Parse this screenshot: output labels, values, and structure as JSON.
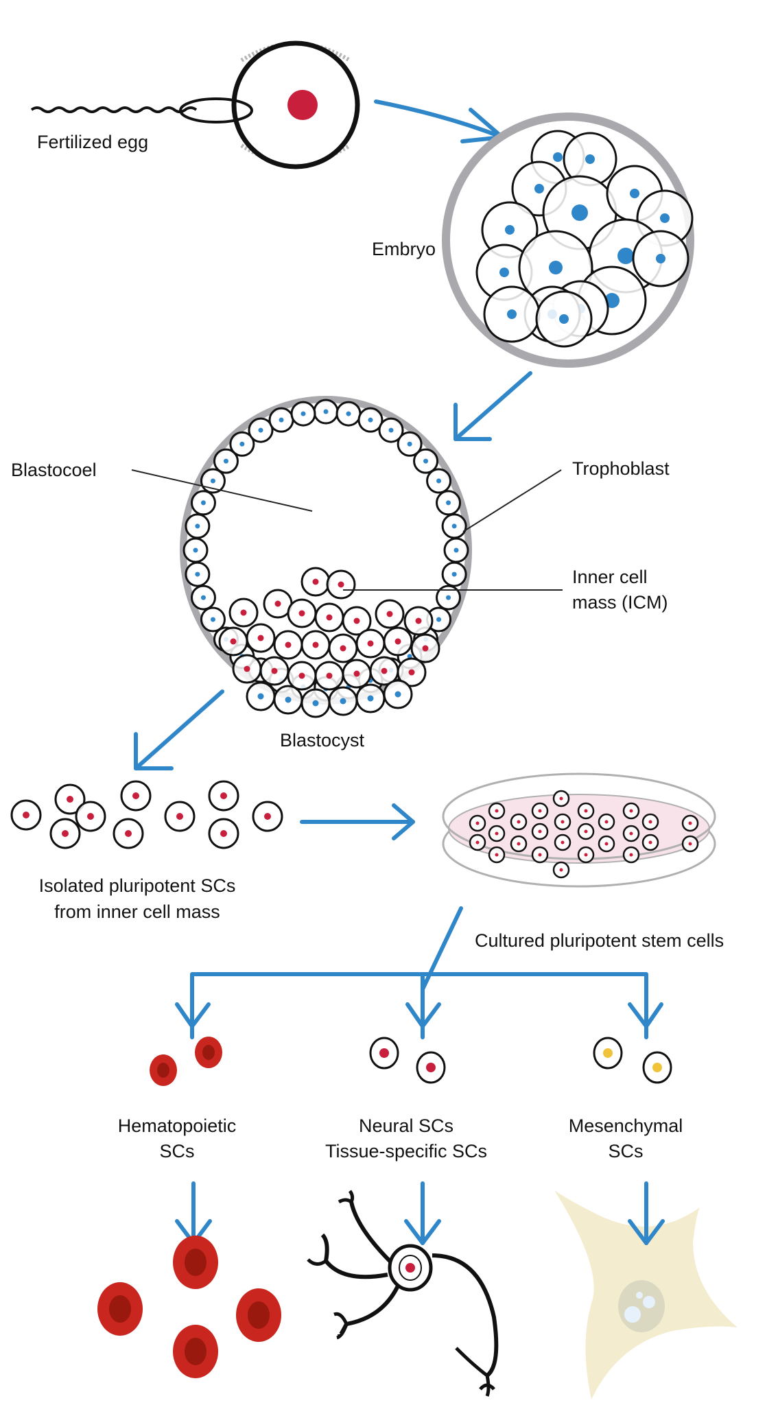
{
  "title": "Stem cell derivation from fertilized egg",
  "colors": {
    "arrow": "#2f86c8",
    "outline": "#111111",
    "zona": "#a9a9ad",
    "nucleus_red": "#c8203c",
    "nucleus_blue": "#2f86c8",
    "blood_cell": "#c8261e",
    "blood_cell_center": "#99190f",
    "mesenchymal_nucleus": "#f0c43a",
    "fibroblast_body": "#f3ecce",
    "dish_medium": "#f9e3ea"
  },
  "stages": {
    "fertilized_egg": {
      "label": "Fertilized egg"
    },
    "embryo": {
      "label": "Embryo"
    },
    "blastocyst": {
      "label": "Blastocyst",
      "parts": {
        "blastocoel": "Blastocoel",
        "trophoblast": "Trophoblast",
        "icm_line1": "Inner cell",
        "icm_line2": "mass (ICM)"
      }
    },
    "isolated": {
      "line1": "Isolated pluripotent SCs",
      "line2": "from inner cell mass"
    },
    "cultured": {
      "label": "Cultured pluripotent stem cells"
    }
  },
  "branches": [
    {
      "id": "hematopoietic",
      "line1": "Hematopoietic",
      "line2": "SCs",
      "result_icon": "red-blood-cells"
    },
    {
      "id": "neural",
      "line1": "Neural SCs",
      "line2": "Tissue-specific SCs",
      "result_icon": "neuron"
    },
    {
      "id": "mesenchymal",
      "line1": "Mesenchymal",
      "line2": "SCs",
      "result_icon": "fibroblast"
    }
  ]
}
